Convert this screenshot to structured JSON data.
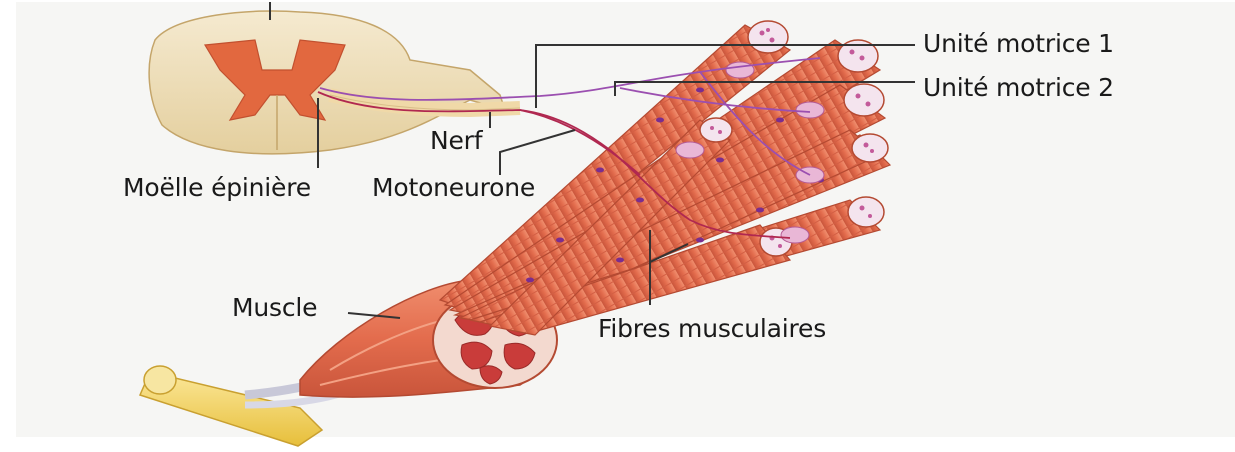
{
  "labels": {
    "motor_unit_1": "Unité motrice 1",
    "motor_unit_2": "Unité motrice 2",
    "nerve": "Nerf",
    "spinal_cord": "Moëlle épinière",
    "motor_neuron": "Motoneurone",
    "muscle": "Muscle",
    "muscle_fibers": "Fibres musculaires"
  },
  "colors": {
    "background_panel": "#f6f6f4",
    "spinal_white_matter": "#f1e4c2",
    "spinal_grey_matter": "#e2683f",
    "muscle_fiber": "#e67a5c",
    "muscle_fiber_dark": "#c8553a",
    "fiber_nuclei": "#8a3a9c",
    "motor_unit_1_axon": "#b02850",
    "motor_unit_2_axon": "#9b4fb0",
    "tendon": "#f1d35a",
    "leader_line": "#333333"
  }
}
